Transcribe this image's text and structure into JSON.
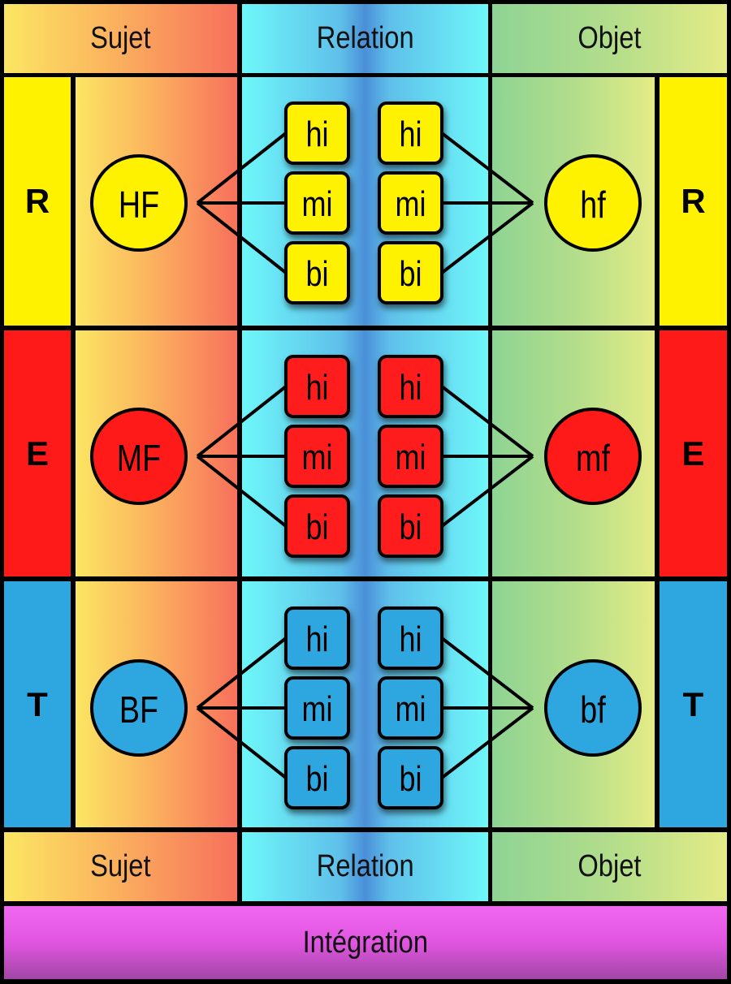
{
  "header": {
    "sujet": "Sujet",
    "relation": "Relation",
    "objet": "Objet"
  },
  "footer": {
    "sujet": "Sujet",
    "relation": "Relation",
    "objet": "Objet"
  },
  "integration": "Intégration",
  "rows": [
    {
      "side_label": "R",
      "subject": "HF",
      "object": "hf",
      "color": "#fff200",
      "left_boxes": [
        "hi",
        "mi",
        "bi"
      ],
      "right_boxes": [
        "hi",
        "mi",
        "bi"
      ]
    },
    {
      "side_label": "E",
      "subject": "MF",
      "object": "mf",
      "color": "#ff1a1a",
      "left_boxes": [
        "hi",
        "mi",
        "bi"
      ],
      "right_boxes": [
        "hi",
        "mi",
        "bi"
      ]
    },
    {
      "side_label": "T",
      "subject": "BF",
      "object": "bf",
      "color": "#2ea7e0",
      "left_boxes": [
        "hi",
        "mi",
        "bi"
      ],
      "right_boxes": [
        "hi",
        "mi",
        "bi"
      ]
    }
  ]
}
